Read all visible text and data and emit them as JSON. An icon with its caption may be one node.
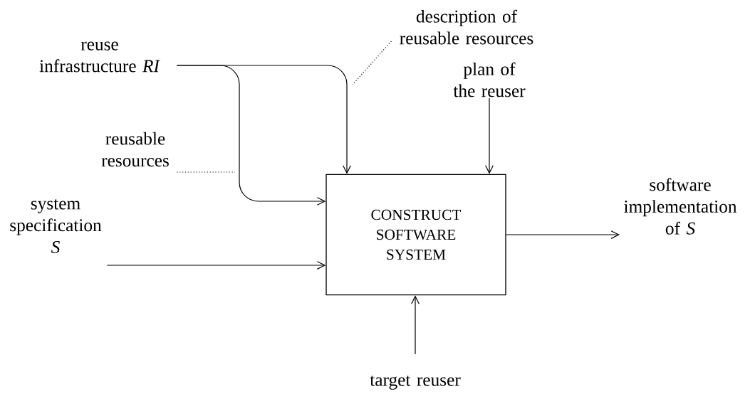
{
  "diagram": {
    "nodes": [
      {
        "text": [
          "CONSTRUCT SOFTWARE SYSTEM"
        ]
      },
      {
        "text": [
          "reuse infrastructure *RI*"
        ]
      },
      {
        "text": [
          "description of reusable resources"
        ]
      },
      {
        "text": [
          "plan of the reuser"
        ]
      },
      {
        "text": [
          "reusable resources"
        ]
      },
      {
        "text": [
          "system specification *S*"
        ]
      },
      {
        "text": [
          "software implementation of *S*"
        ]
      },
      {
        "text": [
          "target reuser"
        ]
      }
    ],
    "edges": [
      {
        "from": 1,
        "to": 0,
        "arrow": "to"
      },
      {
        "from": 1,
        "to": 0,
        "arrow": "to"
      },
      {
        "from": 3,
        "to": 0,
        "arrow": "to"
      },
      {
        "from": 5,
        "to": 0,
        "arrow": "to"
      },
      {
        "from": 0,
        "to": 6,
        "arrow": "to"
      },
      {
        "from": 7,
        "to": 0,
        "arrow": "to"
      },
      {
        "from": 2,
        "to": null,
        "arrow": "none",
        "style": "dashed"
      },
      {
        "from": 4,
        "to": null,
        "arrow": "none",
        "style": "dashed"
      }
    ]
  }
}
